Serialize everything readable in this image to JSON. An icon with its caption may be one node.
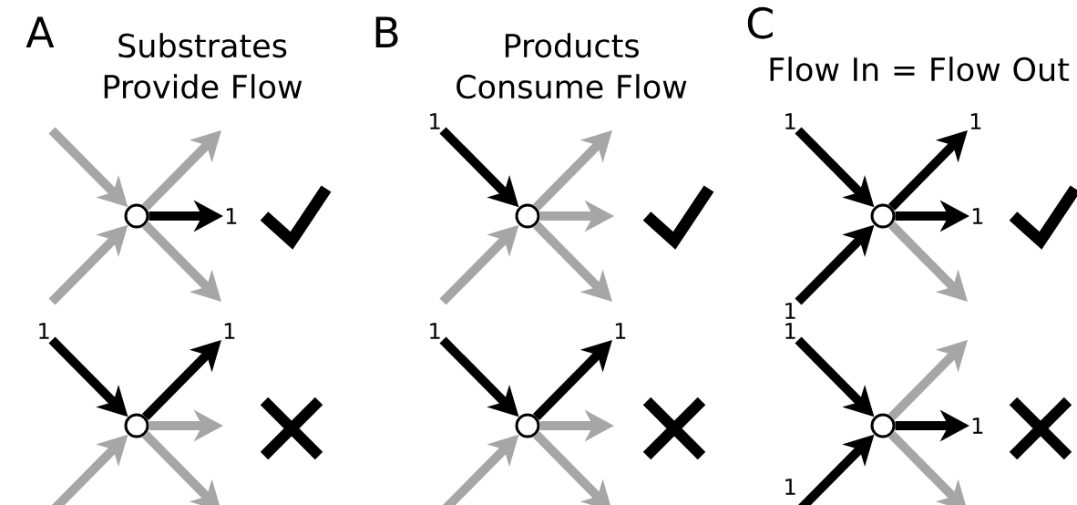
{
  "diagram": {
    "nodes": [
      {
        "text": [],
        "shape": "circle"
      },
      {
        "text": [],
        "shape": "circle"
      },
      {
        "text": [],
        "shape": "circle"
      },
      {
        "text": [],
        "shape": "circle"
      },
      {
        "text": [],
        "shape": "circle"
      },
      {
        "text": [],
        "shape": "circle"
      }
    ],
    "edges": [
      {
        "from": null,
        "to": 0,
        "arrow": "to"
      },
      {
        "from": null,
        "to": 0,
        "arrow": "to"
      },
      {
        "from": 0,
        "to": null,
        "arrow": "to"
      },
      {
        "from": 0,
        "to": null,
        "arrow": "to",
        "label": "1",
        "color": "#000000"
      },
      {
        "from": 0,
        "to": null,
        "arrow": "to"
      },
      {
        "from": null,
        "to": 1,
        "arrow": "to",
        "label": "1",
        "color": "#000000"
      },
      {
        "from": null,
        "to": 1,
        "arrow": "to"
      },
      {
        "from": 1,
        "to": null,
        "arrow": "to"
      },
      {
        "from": 1,
        "to": null,
        "arrow": "to"
      },
      {
        "from": 1,
        "to": null,
        "arrow": "to"
      },
      {
        "from": null,
        "to": 2,
        "arrow": "to",
        "label": "1",
        "color": "#000000"
      },
      {
        "from": null,
        "to": 2,
        "arrow": "to",
        "label": "1",
        "color": "#000000"
      },
      {
        "from": 2,
        "to": null,
        "arrow": "to",
        "label": "1",
        "color": "#000000"
      },
      {
        "from": 2,
        "to": null,
        "arrow": "to",
        "label": "1",
        "color": "#000000"
      },
      {
        "from": 2,
        "to": null,
        "arrow": "to"
      },
      {
        "from": null,
        "to": 3,
        "arrow": "to",
        "label": "1",
        "color": "#000000"
      },
      {
        "from": null,
        "to": 3,
        "arrow": "to"
      },
      {
        "from": 3,
        "to": null,
        "arrow": "to",
        "label": "1",
        "color": "#000000"
      },
      {
        "from": 3,
        "to": null,
        "arrow": "to"
      },
      {
        "from": 3,
        "to": null,
        "arrow": "to"
      },
      {
        "from": null,
        "to": 4,
        "arrow": "to",
        "label": "1",
        "color": "#000000"
      },
      {
        "from": null,
        "to": 4,
        "arrow": "to"
      },
      {
        "from": 4,
        "to": null,
        "arrow": "to",
        "label": "1",
        "color": "#000000"
      },
      {
        "from": 4,
        "to": null,
        "arrow": "to"
      },
      {
        "from": 4,
        "to": null,
        "arrow": "to"
      },
      {
        "from": null,
        "to": 5,
        "arrow": "to",
        "label": "1",
        "color": "#000000"
      },
      {
        "from": null,
        "to": 5,
        "arrow": "to",
        "label": "1",
        "color": "#000000"
      },
      {
        "from": 5,
        "to": null,
        "arrow": "to"
      },
      {
        "from": 5,
        "to": null,
        "arrow": "to",
        "label": "1",
        "color": "#000000"
      },
      {
        "from": 5,
        "to": null,
        "arrow": "to"
      }
    ],
    "labels": [
      "A",
      "Substrates Provide Flow",
      "B",
      "Products Consume Flow",
      "C",
      "Flow In = Flow Out"
    ]
  }
}
